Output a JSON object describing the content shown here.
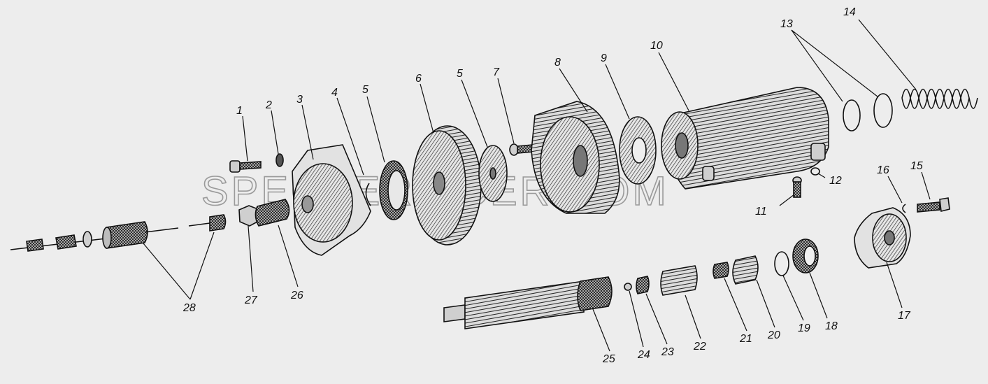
{
  "watermark": "SPECSERVICER.COM",
  "colors": {
    "background": "#ededed",
    "ink": "#111111",
    "watermark": "#9a9a9a"
  },
  "labels": {
    "l1": "1",
    "l2": "2",
    "l3": "3",
    "l4": "4",
    "l5a": "5",
    "l5b": "5",
    "l6": "6",
    "l7": "7",
    "l8": "8",
    "l9": "9",
    "l10": "10",
    "l11": "11",
    "l12": "12",
    "l13": "13",
    "l14": "14",
    "l15": "15",
    "l16": "16",
    "l17": "17",
    "l18": "18",
    "l19": "19",
    "l20": "20",
    "l21": "21",
    "l22": "22",
    "l23": "23",
    "l24": "24",
    "l25": "25",
    "l26": "26",
    "l27": "27",
    "l28": "28"
  }
}
